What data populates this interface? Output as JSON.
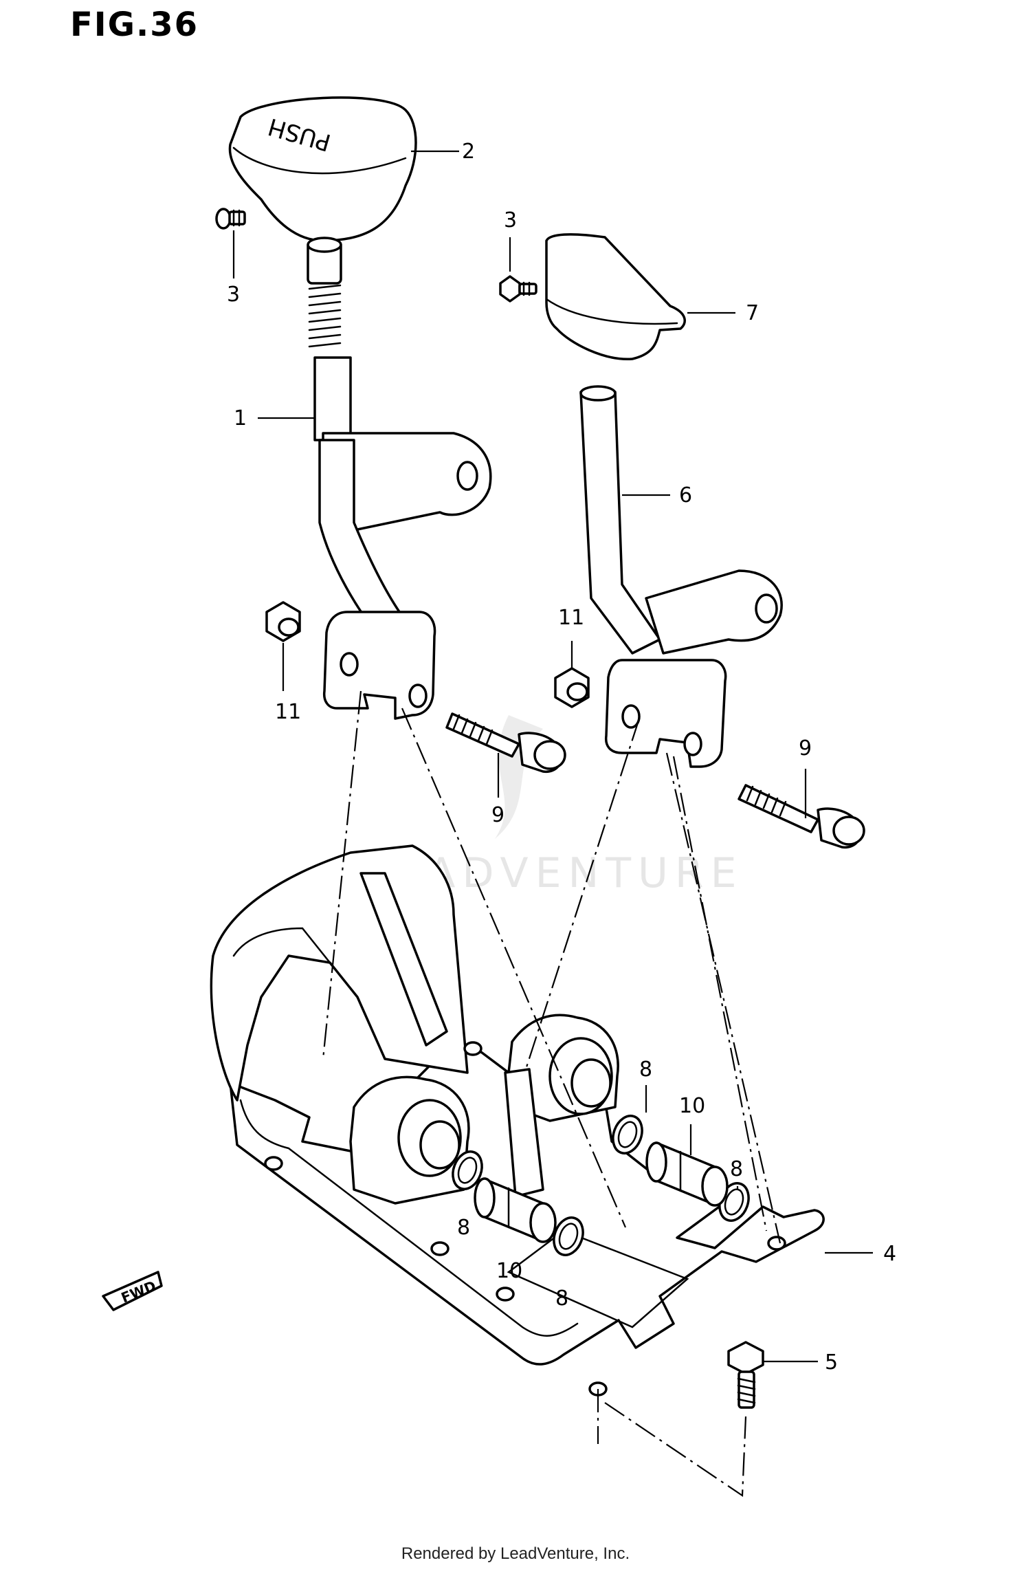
{
  "figure": {
    "title": "FIG.36"
  },
  "watermark": {
    "text": "LEADVENTURE"
  },
  "footer": {
    "text": "Rendered by LeadVenture, Inc."
  },
  "front_marker": {
    "text": "FWD"
  },
  "knob_text": "PUSH",
  "callouts": [
    {
      "id": "c-2",
      "text": "2"
    },
    {
      "id": "c-3a",
      "text": "3"
    },
    {
      "id": "c-3b",
      "text": "3"
    },
    {
      "id": "c-7",
      "text": "7"
    },
    {
      "id": "c-1",
      "text": "1"
    },
    {
      "id": "c-6",
      "text": "6"
    },
    {
      "id": "c-11a",
      "text": "11"
    },
    {
      "id": "c-11b",
      "text": "11"
    },
    {
      "id": "c-9a",
      "text": "9"
    },
    {
      "id": "c-9b",
      "text": "9"
    },
    {
      "id": "c-8a",
      "text": "8"
    },
    {
      "id": "c-10a",
      "text": "10"
    },
    {
      "id": "c-8b",
      "text": "8"
    },
    {
      "id": "c-8c",
      "text": "8"
    },
    {
      "id": "c-10b",
      "text": "10"
    },
    {
      "id": "c-8d",
      "text": "8"
    },
    {
      "id": "c-4",
      "text": "4"
    },
    {
      "id": "c-5",
      "text": "5"
    }
  ]
}
